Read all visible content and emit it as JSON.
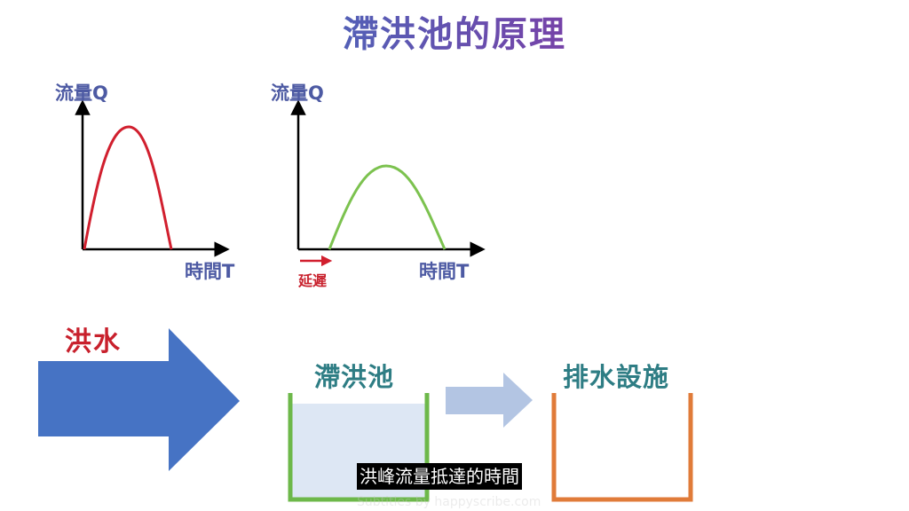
{
  "title": "滯洪池的原理",
  "chart_left": {
    "ylabel": "流量Q",
    "xlabel": "時間T"
  },
  "chart_right": {
    "ylabel": "流量Q",
    "xlabel": "時間T",
    "delay_label": "延遲"
  },
  "flood_label": "洪水",
  "detention_pond_label": "滯洪池",
  "drainage_label": "排水設施",
  "subtitle": "洪峰流量抵達的時間",
  "credit": "Subtitles by happyscribe.com",
  "colors": {
    "title_blue": "#4f63b8",
    "title_purple": "#7a3fa6",
    "curve_red": "#d11f2e",
    "curve_green": "#7cc24f",
    "flood_arrow": "#4673c4",
    "small_arrow": "#b3c5e3",
    "pond_wall": "#6db84a",
    "pond_water": "#dde7f4",
    "drain_wall": "#e07b39"
  }
}
